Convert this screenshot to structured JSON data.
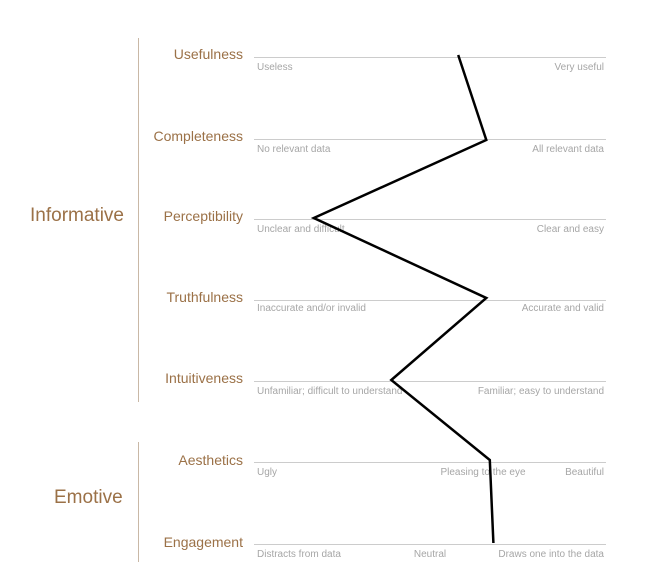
{
  "groups": {
    "informative": "Informative",
    "emotive": "Emotive"
  },
  "rows": [
    {
      "name": "Usefulness",
      "left": "Useless",
      "right": "Very useful",
      "rating": 0.58
    },
    {
      "name": "Completeness",
      "left": "No relevant data",
      "right": "All relevant data",
      "rating": 0.66
    },
    {
      "name": "Perceptibility",
      "left": "Unclear and difficult",
      "right": "Clear and easy",
      "rating": 0.17
    },
    {
      "name": "Truthfulness",
      "left": "Inaccurate and/or invalid",
      "right": "Accurate and valid",
      "rating": 0.66
    },
    {
      "name": "Intuitiveness",
      "left": "Unfamiliar; difficult to understand",
      "right": "Familiar; easy to understand",
      "rating": 0.39
    },
    {
      "name": "Aesthetics",
      "left": "Ugly",
      "mid": "Pleasing to the eye",
      "right": "Beautiful",
      "rating": 0.67
    },
    {
      "name": "Engagement",
      "left": "Distracts from data",
      "mid": "Neutral",
      "right": "Draws one into the data",
      "rating": 0.68
    }
  ],
  "colors": {
    "label": "#9b7147",
    "anchor_text": "#a6a6a6",
    "scale_line": "#cccccc",
    "bracket": "#c9b8a6",
    "profile_line": "#000000"
  }
}
